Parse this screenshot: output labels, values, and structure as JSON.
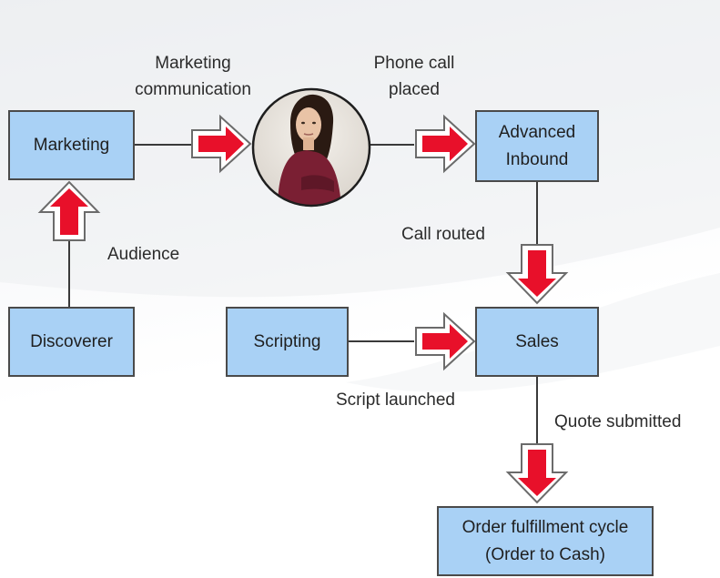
{
  "nodes": {
    "marketing": "Marketing",
    "discoverer": "Discoverer",
    "advanced_inbound_line1": "Advanced",
    "advanced_inbound_line2": "Inbound",
    "scripting": "Scripting",
    "sales": "Sales",
    "order_line1": "Order fulfillment cycle",
    "order_line2": "(Order to Cash)"
  },
  "labels": {
    "marketing_communication_line1": "Marketing",
    "marketing_communication_line2": "communication",
    "phone_call_line1": "Phone call",
    "phone_call_line2": "placed",
    "audience": "Audience",
    "call_routed": "Call routed",
    "script_launched": "Script launched",
    "quote_submitted": "Quote submitted"
  },
  "colors": {
    "node_fill": "#a9d1f5",
    "arrow_red": "#e8102a",
    "connector": "#3a3a3a"
  },
  "icons": {
    "customer_photo": "customer-portrait"
  }
}
